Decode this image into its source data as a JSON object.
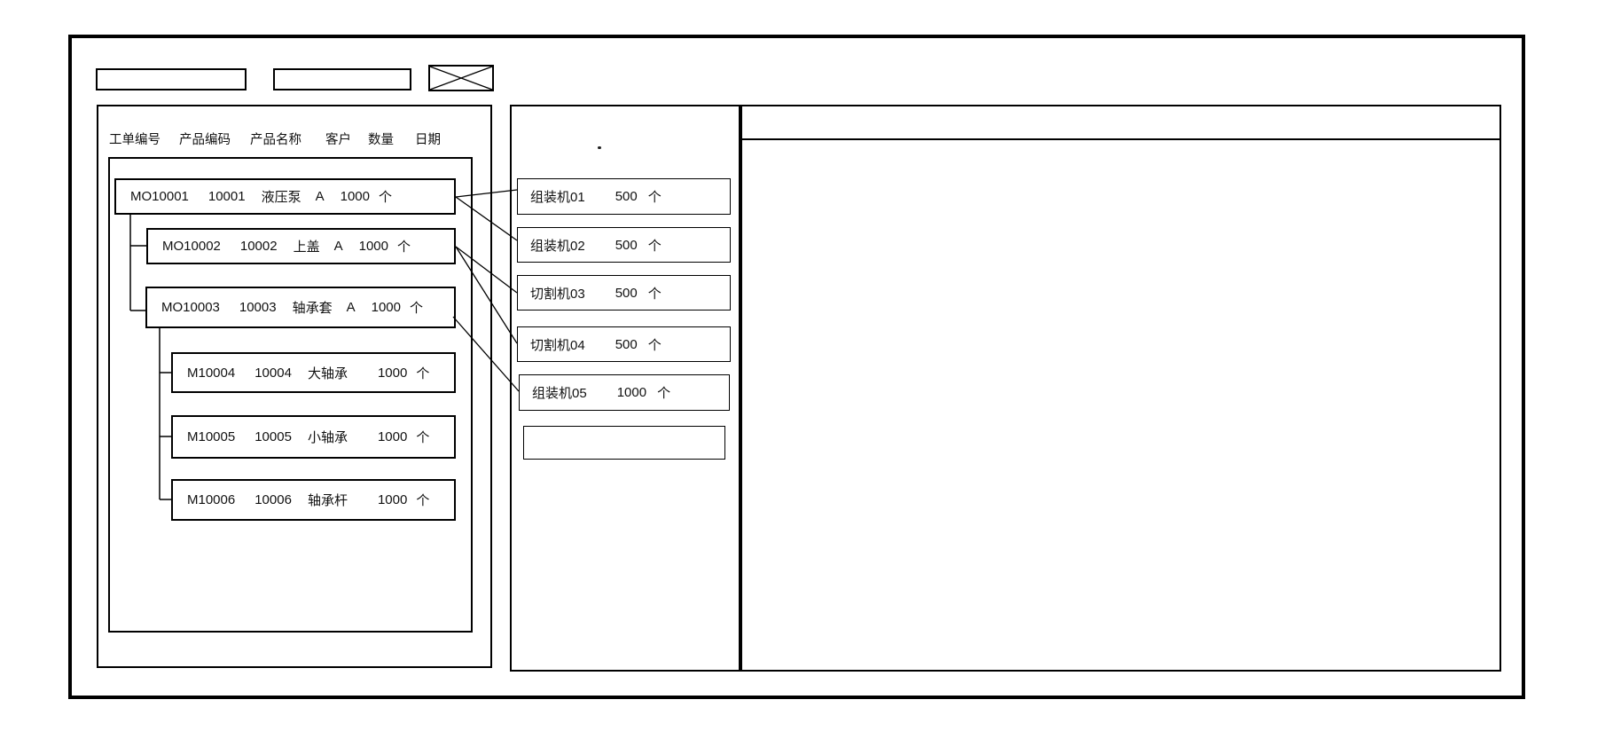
{
  "colors": {
    "ink": "#000000",
    "paper": "#ffffff"
  },
  "toolbar": {
    "field1_value": "",
    "field2_value": "",
    "close_icon": "window-close"
  },
  "work_order_panel": {
    "headers": [
      "工单编号",
      "产品编码",
      "产品名称",
      "客户",
      "数量",
      "日期"
    ],
    "orders": [
      {
        "order_no": "MO10001",
        "product_code": "10001",
        "product_name": "液压泵",
        "customer": "A",
        "qty": "1000",
        "unit": "个",
        "level": 0
      },
      {
        "order_no": "MO10002",
        "product_code": "10002",
        "product_name": "上盖",
        "customer": "A",
        "qty": "1000",
        "unit": "个",
        "level": 1
      },
      {
        "order_no": "MO10003",
        "product_code": "10003",
        "product_name": "轴承套",
        "customer": "A",
        "qty": "1000",
        "unit": "个",
        "level": 1
      },
      {
        "order_no": "M10004",
        "product_code": "10004",
        "product_name": "大轴承",
        "customer": "",
        "qty": "1000",
        "unit": "个",
        "level": 2
      },
      {
        "order_no": "M10005",
        "product_code": "10005",
        "product_name": "小轴承",
        "customer": "",
        "qty": "1000",
        "unit": "个",
        "level": 2
      },
      {
        "order_no": "M10006",
        "product_code": "10006",
        "product_name": "轴承杆",
        "customer": "",
        "qty": "1000",
        "unit": "个",
        "level": 2
      }
    ]
  },
  "machine_panel": {
    "machines": [
      {
        "name": "组装机01",
        "qty": "500",
        "unit": "个"
      },
      {
        "name": "组装机02",
        "qty": "500",
        "unit": "个"
      },
      {
        "name": "切割机03",
        "qty": "500",
        "unit": "个"
      },
      {
        "name": "切割机04",
        "qty": "500",
        "unit": "个"
      },
      {
        "name": "组装机05",
        "qty": "1000",
        "unit": "个"
      },
      {
        "name": "",
        "qty": "",
        "unit": ""
      }
    ]
  },
  "assignments": [
    {
      "from": "MO10001",
      "to": "组装机01"
    },
    {
      "from": "MO10001",
      "to": "组装机02"
    },
    {
      "from": "MO10002",
      "to": "切割机03"
    },
    {
      "from": "MO10002",
      "to": "切割机04"
    },
    {
      "from": "MO10003",
      "to": "组装机05"
    }
  ]
}
